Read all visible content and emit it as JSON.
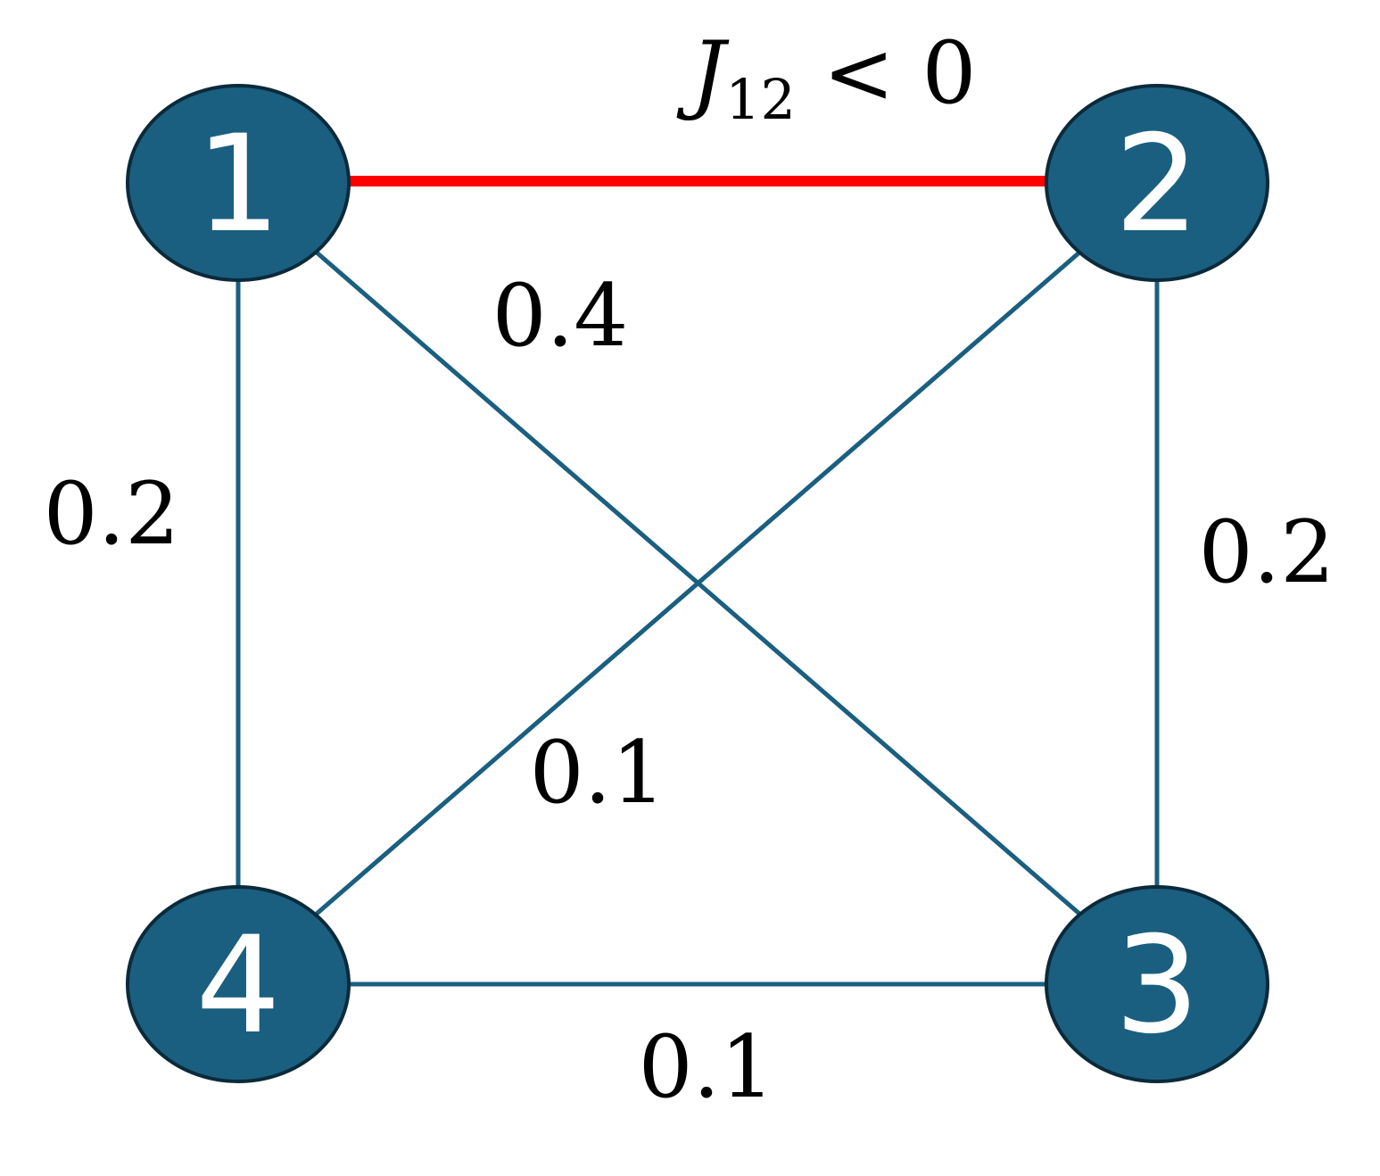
{
  "nodes": [
    {
      "id": "1",
      "label": "1"
    },
    {
      "id": "2",
      "label": "2"
    },
    {
      "id": "3",
      "label": "3"
    },
    {
      "id": "4",
      "label": "4"
    }
  ],
  "edges": [
    {
      "from": "1",
      "to": "2",
      "highlighted": true,
      "color": "#ff0000"
    },
    {
      "from": "1",
      "to": "3",
      "weight": "0.4",
      "color": "#1a5f80"
    },
    {
      "from": "2",
      "to": "4",
      "weight": "0.1",
      "color": "#1a5f80"
    },
    {
      "from": "1",
      "to": "4",
      "weight": "0.2",
      "color": "#1a5f80"
    },
    {
      "from": "2",
      "to": "3",
      "weight": "0.2",
      "color": "#1a5f80"
    },
    {
      "from": "4",
      "to": "3",
      "weight": "0.1",
      "color": "#1a5f80"
    }
  ],
  "coupling": {
    "symbol": "J",
    "subscript": "12",
    "relation": " < 0"
  },
  "colors": {
    "node_fill": "#1a5f80",
    "node_outline": "#0b2a3a",
    "node_text": "#ffffff",
    "edge": "#1a5f80",
    "highlight_edge": "#ff0000"
  }
}
